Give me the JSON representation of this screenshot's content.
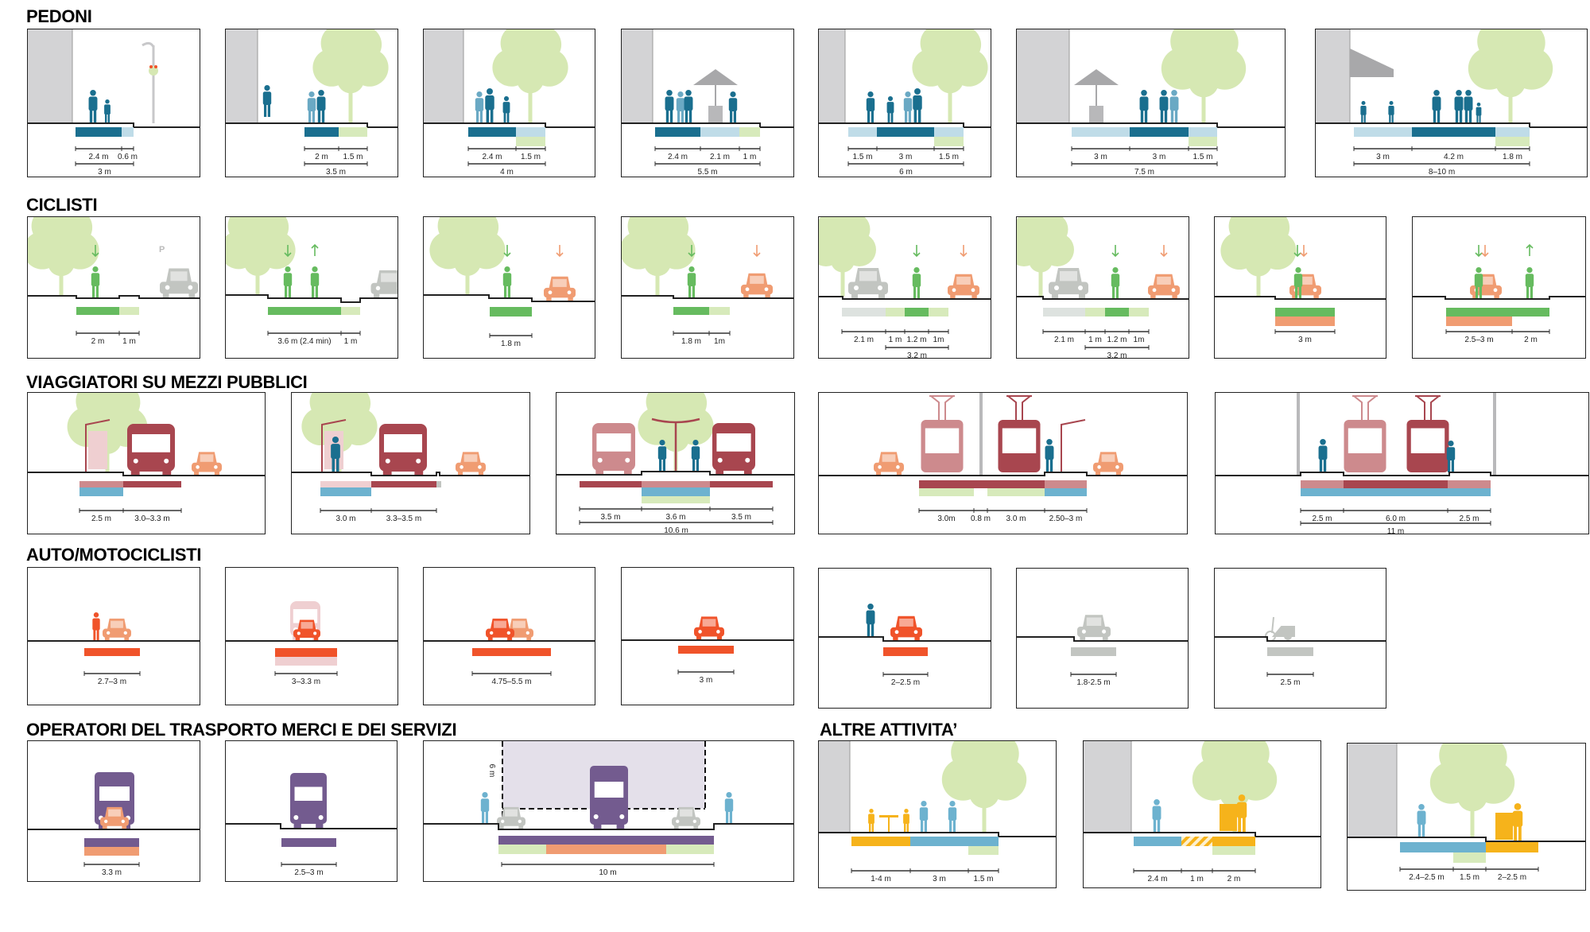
{
  "colors": {
    "pedestrian": "#1a6f8f",
    "pedestrian_light": "#bfdce8",
    "greenery": "#d7eabb",
    "cyclist": "#66bb5f",
    "car": "#f09c72",
    "transit": "#a8464f",
    "transit_light": "#cd8a8d",
    "general_traffic": "#f0532a",
    "freight": "#735b8f",
    "other_activities": "#f6b31b",
    "transit_rider": "#6db2cf"
  },
  "sections": [
    {
      "title": "PEDONI",
      "panels": [
        {
          "dims": [
            [
              "2.4 m",
              "0.6 m"
            ],
            [
              "3 m"
            ]
          ]
        },
        {
          "dims": [
            [
              "2 m",
              "1.5 m"
            ],
            [
              "3.5 m"
            ]
          ]
        },
        {
          "dims": [
            [
              "2.4 m",
              "1.5 m"
            ],
            [
              "4 m"
            ]
          ]
        },
        {
          "dims": [
            [
              "2.4 m",
              "2.1 m",
              "1 m"
            ],
            [
              "5.5 m"
            ]
          ]
        },
        {
          "dims": [
            [
              "1.5 m",
              "3 m",
              "1.5 m"
            ],
            [
              "6 m"
            ]
          ]
        },
        {
          "dims": [
            [
              "3 m",
              "3 m",
              "1.5 m"
            ],
            [
              "7.5 m"
            ]
          ]
        },
        {
          "dims": [
            [
              "3 m",
              "4.2 m",
              "1.8 m"
            ],
            [
              "8–10 m"
            ]
          ]
        }
      ]
    },
    {
      "title": "CICLISTI",
      "panels": [
        {
          "dims": [
            [
              "2 m",
              "1 m"
            ]
          ],
          "sign": "P"
        },
        {
          "dims": [
            [
              "3.6 m (2.4 min)",
              "1 m"
            ]
          ]
        },
        {
          "dims": [
            [
              "1.8 m"
            ]
          ]
        },
        {
          "dims": [
            [
              "1.8 m",
              "1m"
            ]
          ]
        },
        {
          "dims": [
            [
              "2.1 m",
              "1 m",
              "1.2 m",
              "1m"
            ],
            [
              "3.2 m"
            ]
          ]
        },
        {
          "dims": [
            [
              "2.1 m",
              "1 m",
              "1.2 m",
              "1m"
            ],
            [
              "3.2 m"
            ]
          ]
        },
        {
          "dims": [
            [
              "3 m"
            ]
          ]
        },
        {
          "dims": [
            [
              "2.5–3 m",
              "2 m"
            ]
          ]
        }
      ]
    },
    {
      "title": "VIAGGIATORI SU MEZZI PUBBLICI",
      "panels": [
        {
          "dims": [
            [
              "2.5 m",
              "3.0–3.3 m"
            ]
          ]
        },
        {
          "dims": [
            [
              "3.0 m",
              "3.3–3.5 m"
            ]
          ]
        },
        {
          "dims": [
            [
              "3.5 m",
              "3.6 m",
              "3.5 m"
            ],
            [
              "10.6 m"
            ]
          ]
        },
        {
          "dims": [
            [
              "3.0m",
              "0.8 m",
              "3.0 m",
              "2.50–3 m"
            ]
          ]
        },
        {
          "dims": [
            [
              "2.5 m",
              "6.0 m",
              "2.5 m"
            ],
            [
              "11 m"
            ]
          ]
        }
      ]
    },
    {
      "title": "AUTO/MOTOCICLISTI",
      "panels": [
        {
          "dims": [
            [
              "2.7–3 m"
            ]
          ]
        },
        {
          "dims": [
            [
              "3–3.3 m"
            ]
          ]
        },
        {
          "dims": [
            [
              "4.75–5.5 m"
            ]
          ]
        },
        {
          "dims": [
            [
              "3 m"
            ]
          ]
        },
        {
          "dims": [
            [
              "2–2.5 m"
            ]
          ]
        },
        {
          "dims": [
            [
              "1.8-2.5 m"
            ]
          ]
        },
        {
          "dims": [
            [
              "2.5 m"
            ]
          ]
        }
      ]
    },
    {
      "title": "OPERATORI DEL TRASPORTO MERCI E DEI SERVIZI",
      "panels": [
        {
          "dims": [
            [
              "3.3 m"
            ]
          ]
        },
        {
          "dims": [
            [
              "2.5–3 m"
            ]
          ]
        },
        {
          "dims": [
            [
              "10 m"
            ]
          ],
          "height_label": "6 m"
        }
      ]
    },
    {
      "title": "ALTRE ATTIVITA’",
      "panels": [
        {
          "dims": [
            [
              "1-4 m",
              "3 m",
              "1.5 m"
            ]
          ]
        },
        {
          "dims": [
            [
              "2.4 m",
              "1 m",
              "2 m"
            ]
          ]
        },
        {
          "dims": [
            [
              "2.4–2.5 m",
              "1.5 m",
              "2–2.5 m"
            ]
          ]
        }
      ]
    }
  ]
}
